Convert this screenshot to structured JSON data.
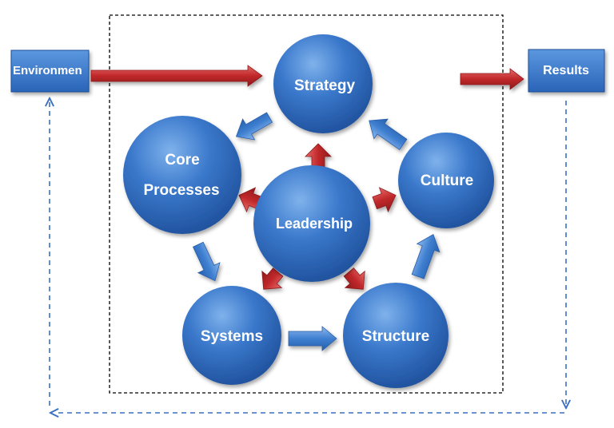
{
  "diagram": {
    "nodes": {
      "strategy": {
        "label": "Strategy"
      },
      "core_processes": {
        "lines": [
          "Core",
          "Processes"
        ]
      },
      "culture": {
        "label": "Culture"
      },
      "leadership": {
        "label": "Leadership"
      },
      "systems": {
        "label": "Systems"
      },
      "structure": {
        "label": "Structure"
      }
    },
    "inputs": {
      "environment": {
        "label": "Environmen"
      }
    },
    "outputs": {
      "results": {
        "label": "Results"
      }
    },
    "colors": {
      "circle_fill": "#2e6fc4",
      "circle_highlight": "#6fa6e6",
      "box_fill": "#3b7bd0",
      "blue_arrow": "#4a86d4",
      "red_arrow": "#c0282a",
      "dashed_feedback": "#3b6fbf",
      "frame": "#000000"
    }
  }
}
